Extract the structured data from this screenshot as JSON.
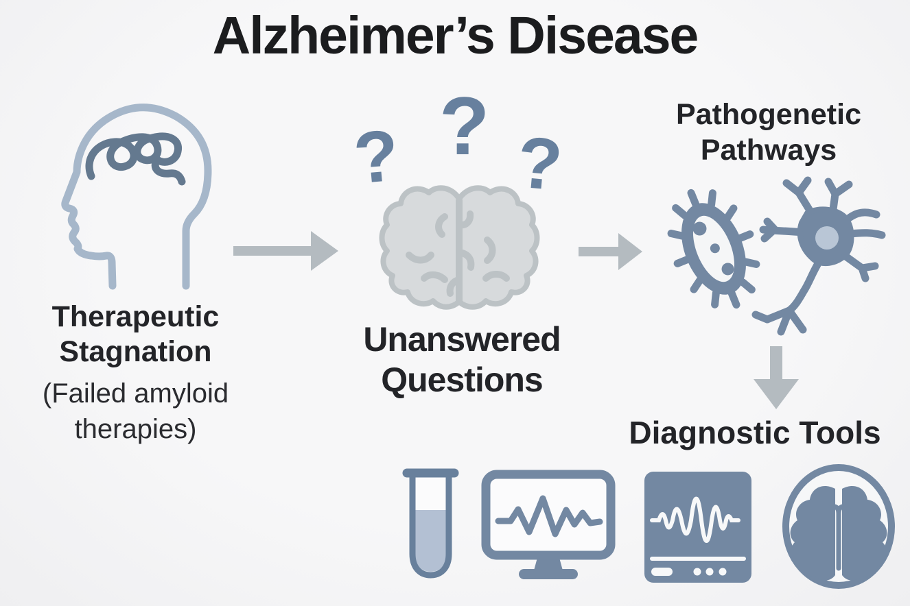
{
  "title": "Alzheimer’s Disease",
  "diagram": {
    "stagnation": {
      "title_line1": "Therapeutic",
      "title_line2": "Stagnation",
      "subtitle_line1": "(Failed amyloid",
      "subtitle_line2": "therapies)"
    },
    "questions": {
      "title_line1": "Unanswered",
      "title_line2": "Questions",
      "question_mark": "?"
    },
    "pathways": {
      "title_line1": "Pathogenetic",
      "title_line2": "Pathways"
    },
    "tools": {
      "title": "Diagnostic Tools"
    }
  },
  "icons": {
    "stagnation": [
      "head-profile-icon",
      "tangle-scribble-icon"
    ],
    "questions": [
      "brain-icon",
      "question-mark"
    ],
    "pathways": [
      "bacteria-icon",
      "neuron-icon"
    ],
    "tools": [
      "test-tube-icon",
      "monitor-ekg-icon",
      "ekg-panel-icon",
      "brain-scan-icon"
    ],
    "connectors": [
      "arrow-right-icon",
      "arrow-right-icon",
      "arrow-down-icon"
    ]
  },
  "colors": {
    "background": "#f4f4f5",
    "title_text": "#1b1c1e",
    "label_text": "#232428",
    "head_outline": "#a6b7ca",
    "tangle": "#64798f",
    "brain_fill": "#d7dadc",
    "brain_stroke": "#bcc2c5",
    "question_mark": "#67809e",
    "icon_slate": "#7388a2",
    "tube_liquid": "#b3c0d3",
    "neuron_nucleus": "#b9c6d6",
    "arrow": "#b4bbc0"
  }
}
